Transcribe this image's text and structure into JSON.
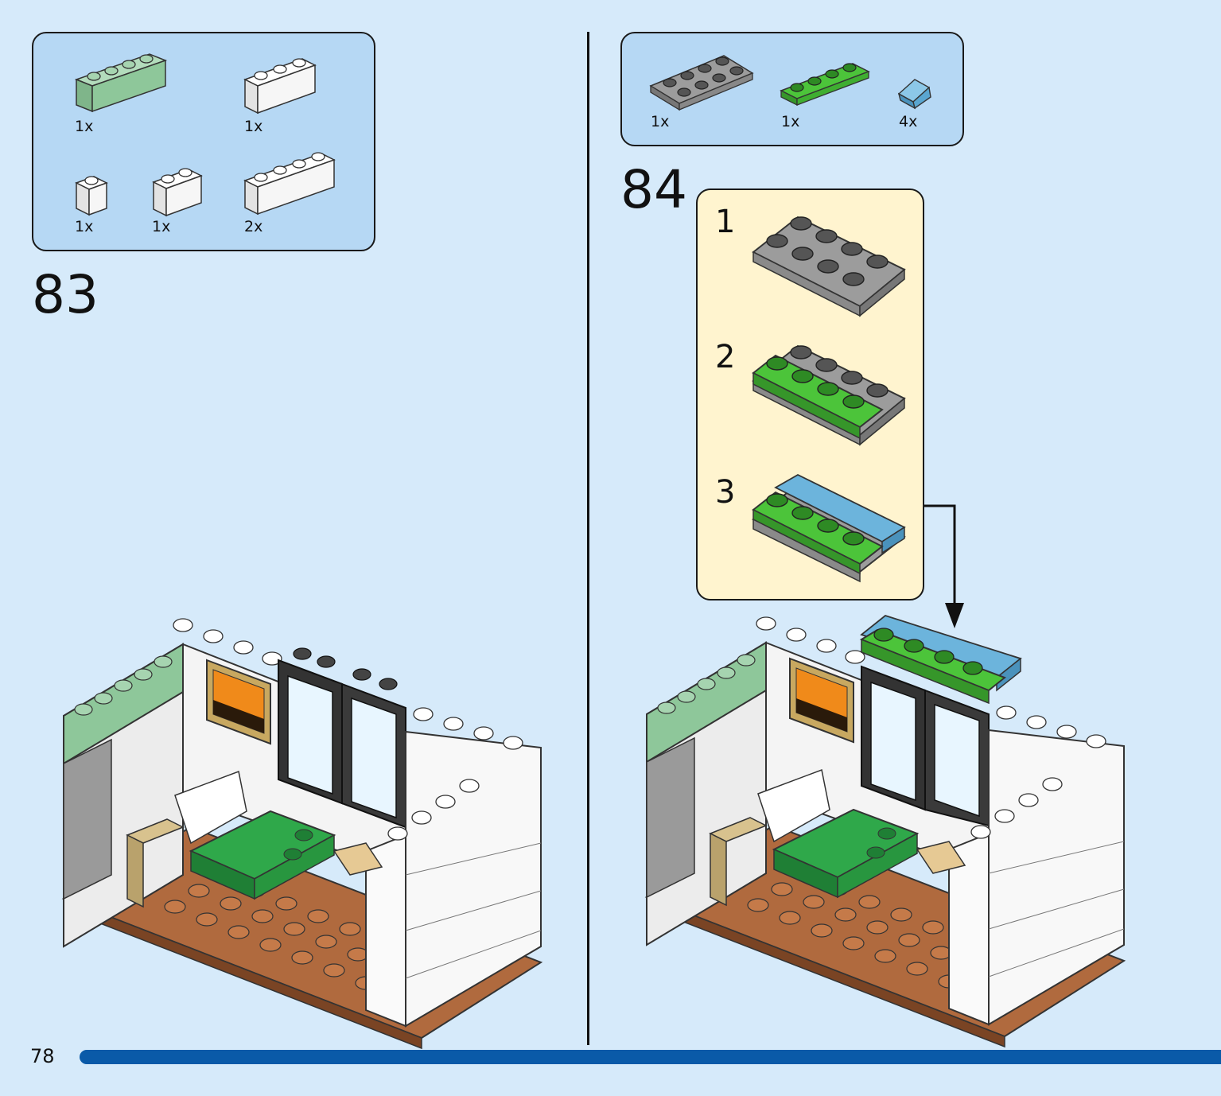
{
  "colors": {
    "background": "#d6eafa",
    "parts_box": "#b6d8f4",
    "callout": "#fff4cf",
    "progress_bar": "#0a5aa8",
    "plate_gray": "#9c9c9c",
    "plate_green": "#4cc43a",
    "slope_blue": "#6cb4dc",
    "sand_green": "#8ec79a",
    "brick_white": "#ffffff",
    "floor_brown": "#b06a3e"
  },
  "step83": {
    "number": "83",
    "parts": [
      {
        "icon": "sand-green-1x4-brick-icon",
        "qty": "1x"
      },
      {
        "icon": "white-1x3-brick-icon",
        "qty": "1x"
      },
      {
        "icon": "white-1x1-brick-icon",
        "qty": "1x"
      },
      {
        "icon": "white-1x2-brick-icon",
        "qty": "1x"
      },
      {
        "icon": "white-1x4-brick-icon",
        "qty": "2x"
      }
    ]
  },
  "step84": {
    "number": "84",
    "parts": [
      {
        "icon": "gray-2x4-plate-icon",
        "qty": "1x"
      },
      {
        "icon": "green-1x4-plate-icon",
        "qty": "1x"
      },
      {
        "icon": "blue-slope-icon",
        "qty": "4x"
      }
    ],
    "substeps": [
      "1",
      "2",
      "3"
    ]
  },
  "page": {
    "number": "78"
  }
}
